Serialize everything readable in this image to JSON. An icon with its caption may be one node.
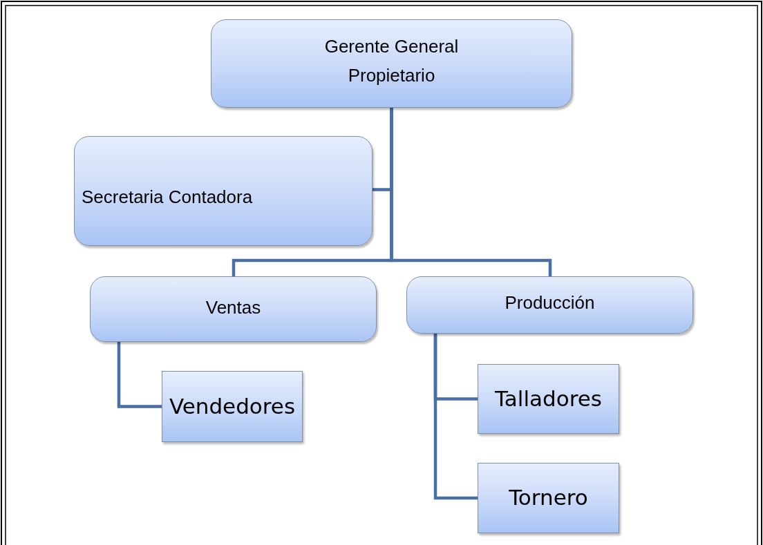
{
  "diagram": {
    "nodes": [
      {
        "text": [
          "Gerente General Propietario"
        ]
      },
      {
        "text": [
          "Secretaria Contadora"
        ]
      },
      {
        "text": [
          "Ventas"
        ]
      },
      {
        "text": [
          "Producción"
        ]
      },
      {
        "text": [
          "Vendedores"
        ]
      },
      {
        "text": [
          "Talladores"
        ]
      },
      {
        "text": [
          "Tornero"
        ]
      }
    ],
    "edges": [
      {
        "from": 0,
        "to": 1,
        "arrow": "none"
      },
      {
        "from": 0,
        "to": 2,
        "arrow": "none"
      },
      {
        "from": 0,
        "to": 3,
        "arrow": "none"
      },
      {
        "from": 2,
        "to": 4,
        "arrow": "none"
      },
      {
        "from": 3,
        "to": 5,
        "arrow": "none"
      },
      {
        "from": 3,
        "to": 6,
        "arrow": "none"
      }
    ]
  }
}
